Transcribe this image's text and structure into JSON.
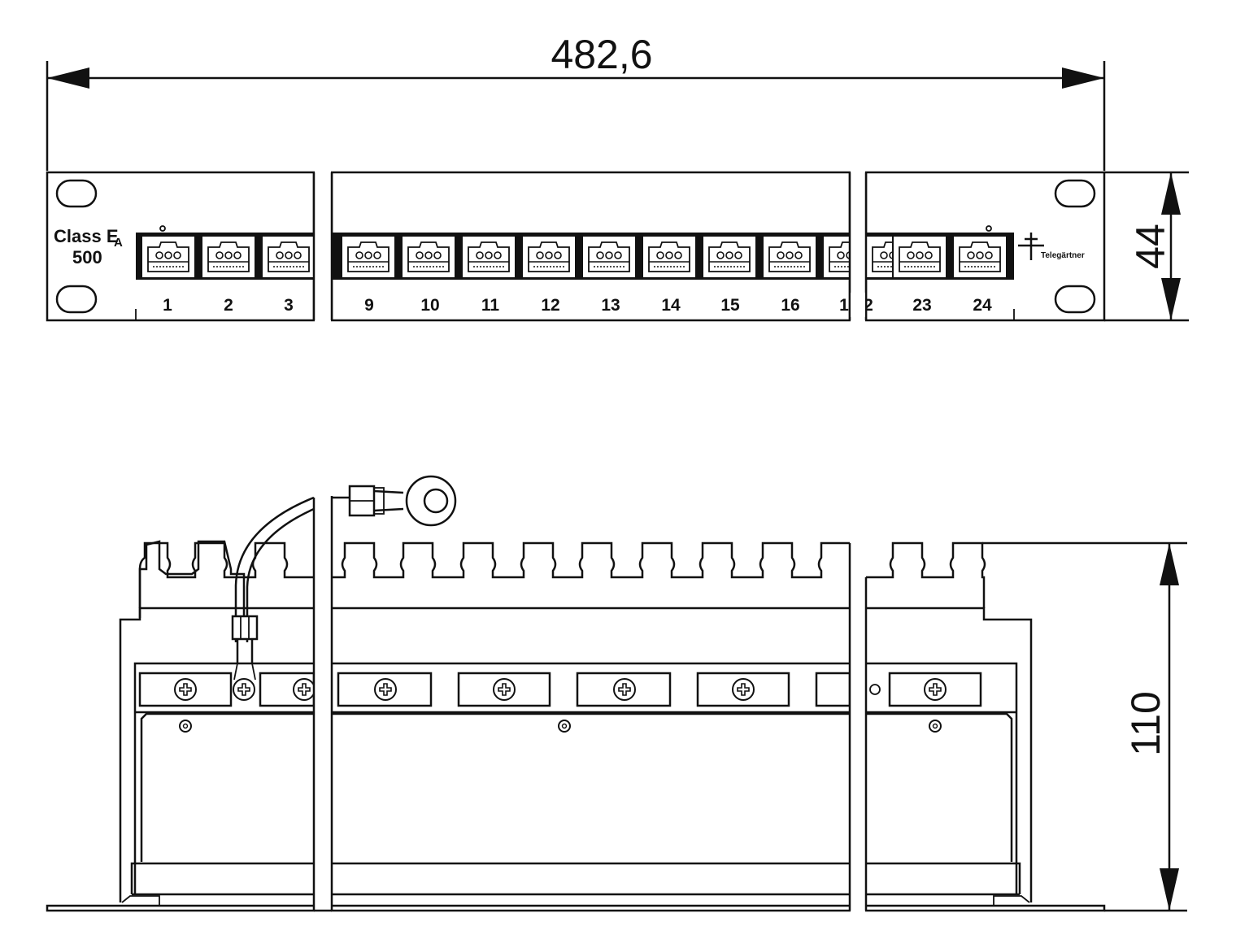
{
  "dimensions": {
    "width": "482,6",
    "height_front": "44",
    "depth": "110"
  },
  "panel": {
    "class_label": "Class E",
    "class_sub": "A",
    "class_value": "500",
    "logo": "Telegärtner"
  },
  "ports": {
    "left": [
      "1",
      "2",
      "3"
    ],
    "middle": [
      "9",
      "10",
      "11",
      "12",
      "13",
      "14",
      "15",
      "16",
      "1"
    ],
    "right": [
      "2",
      "23",
      "24"
    ]
  }
}
